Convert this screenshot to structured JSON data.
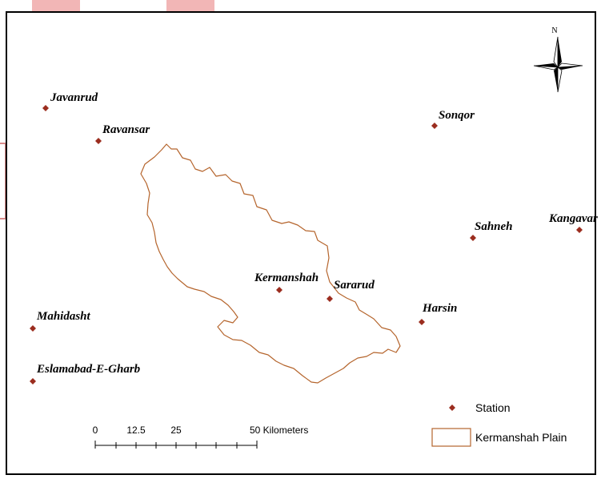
{
  "colors": {
    "boundary": "#b5652d",
    "station": "#9b2d1f",
    "frame": "#000000",
    "top_marks": "#f2b6b6"
  },
  "compass": {
    "north_label": "N",
    "icon": "compass-rose-icon"
  },
  "stations": [
    {
      "id": "javanrud",
      "label": "Javanrud"
    },
    {
      "id": "ravansar",
      "label": "Ravansar"
    },
    {
      "id": "sonqor",
      "label": "Sonqor"
    },
    {
      "id": "kangavar",
      "label": "Kangavar"
    },
    {
      "id": "sahneh",
      "label": "Sahneh"
    },
    {
      "id": "kermanshah",
      "label": "Kermanshah"
    },
    {
      "id": "sararud",
      "label": "Sararud"
    },
    {
      "id": "harsin",
      "label": "Harsin"
    },
    {
      "id": "mahidasht",
      "label": "Mahidasht"
    },
    {
      "id": "eslamabad",
      "label": "Eslamabad-E-Gharb"
    }
  ],
  "scale_bar": {
    "ticks": [
      "0",
      "12.5",
      "25",
      "50 Kilometers"
    ]
  },
  "legend": {
    "station_label": "Station",
    "plain_label": "Kermanshah Plain"
  }
}
